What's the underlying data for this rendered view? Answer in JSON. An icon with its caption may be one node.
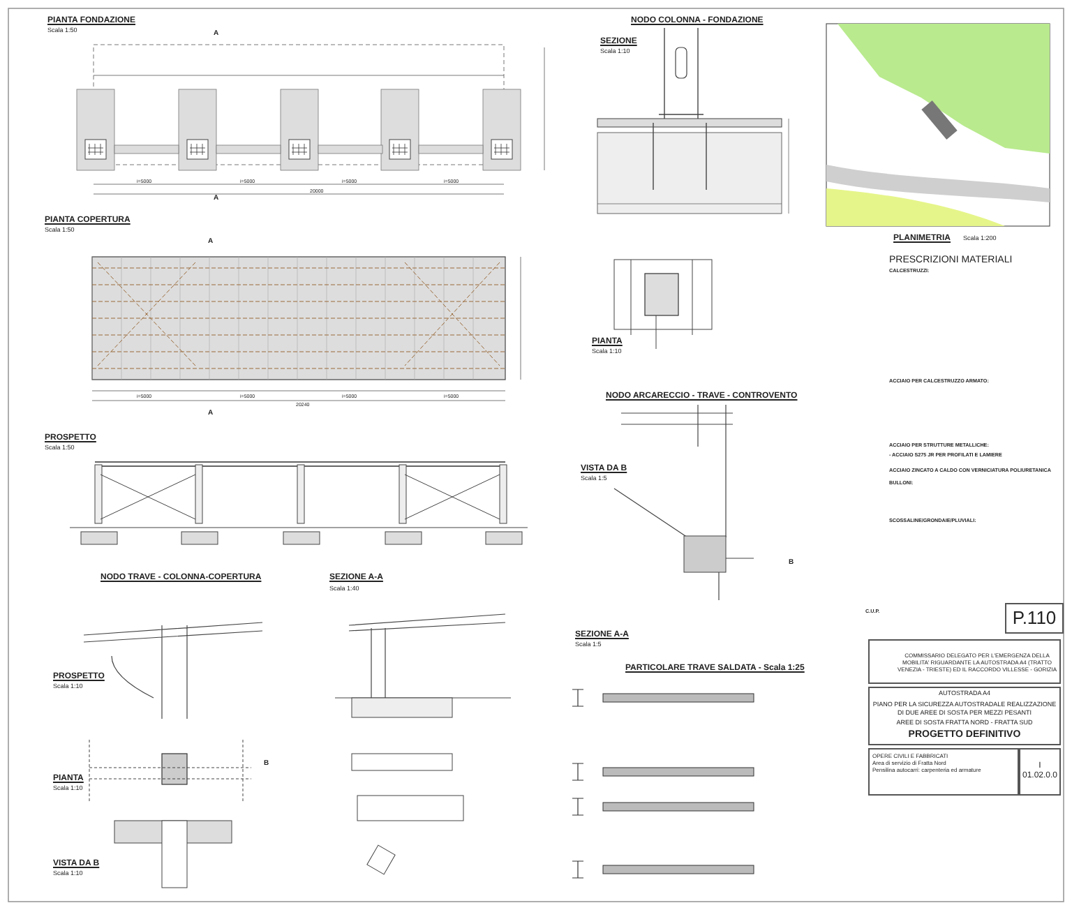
{
  "diagram": {
    "nodes": [
      {
        "text": [
          "P.110"
        ]
      },
      {
        "text": [
          "COMMISSARIO DELEGATO PER L'EMERGENZA DELLA MOBILITA' RIGUARDANTE LA AUTOSTRADA A4 (TRATTO VENEZIA - TRIESTE) ED IL RACCORDO VILLESSE - GORIZIA"
        ]
      },
      {
        "text": [
          "AUTOSTRADA A4",
          "PIANO PER LA SICUREZZA AUTOSTRADALE REALIZZAZIONE DI DUE AREE DI SOSTA PER MEZZI PESANTI",
          "AREE DI SOSTA FRATTA NORD - FRATTA SUD",
          "PROGETTO DEFINITIVO"
        ]
      },
      {
        "text": [
          "OPERE CIVILI E FABBRICATI",
          "Area di servizio di Fratta Nord",
          "Pensilina autocarri: carpenteria ed armature"
        ]
      },
      {
        "text": [
          "I",
          "01.02.0.0"
        ]
      }
    ],
    "edges": [],
    "labels": [
      "PIANTA FONDAZIONE",
      "Scala 1:50",
      "NODO COLONNA - FONDAZIONE",
      "SEZIONE",
      "Scala 1:10",
      "PIANTA COPERTURA",
      "Scala 1:50",
      "PLANIMETRIA",
      "Scala 1:200",
      "PIANTA",
      "Scala 1:10",
      "NODO ARCARECCIO - TRAVE - CONTROVENTO",
      "VISTA DA B",
      "Scala 1:5",
      "PROSPETTO",
      "Scala 1:50",
      "NODO TRAVE - COLONNA-COPERTURA",
      "SEZIONE A-A",
      "Scala 1:40",
      "SEZIONE A-A",
      "Scala 1:5",
      "PARTICOLARE TRAVE SALDATA - Scala 1:25",
      "PROSPETTO",
      "Scala 1:10",
      "PIANTA",
      "Scala 1:10",
      "VISTA DA B",
      "Scala 1:10",
      "i=5000",
      "i=5000",
      "i=5000",
      "i=5000",
      "20000",
      "i=5000",
      "i=5000",
      "i=5000",
      "i=5000",
      "20240",
      "A",
      "A",
      "A",
      "A",
      "PRESCRIZIONI MATERIALI",
      "CALCESTRUZZI:",
      "ACCIAIO PER CALCESTRUZZO ARMATO:",
      "ACCIAIO PER STRUTTURE METALLICHE:",
      "- ACCIAIO S275 JR PER PROFILATI E LAMIERE",
      "ACCIAIO ZINCATO A CALDO CON VERNICIATURA POLIURETANICA",
      "BULLONI:",
      "SCOSSALINE/GRONDAIE/PLUVIALI:",
      "C.U.P.",
      "B",
      "B"
    ]
  }
}
